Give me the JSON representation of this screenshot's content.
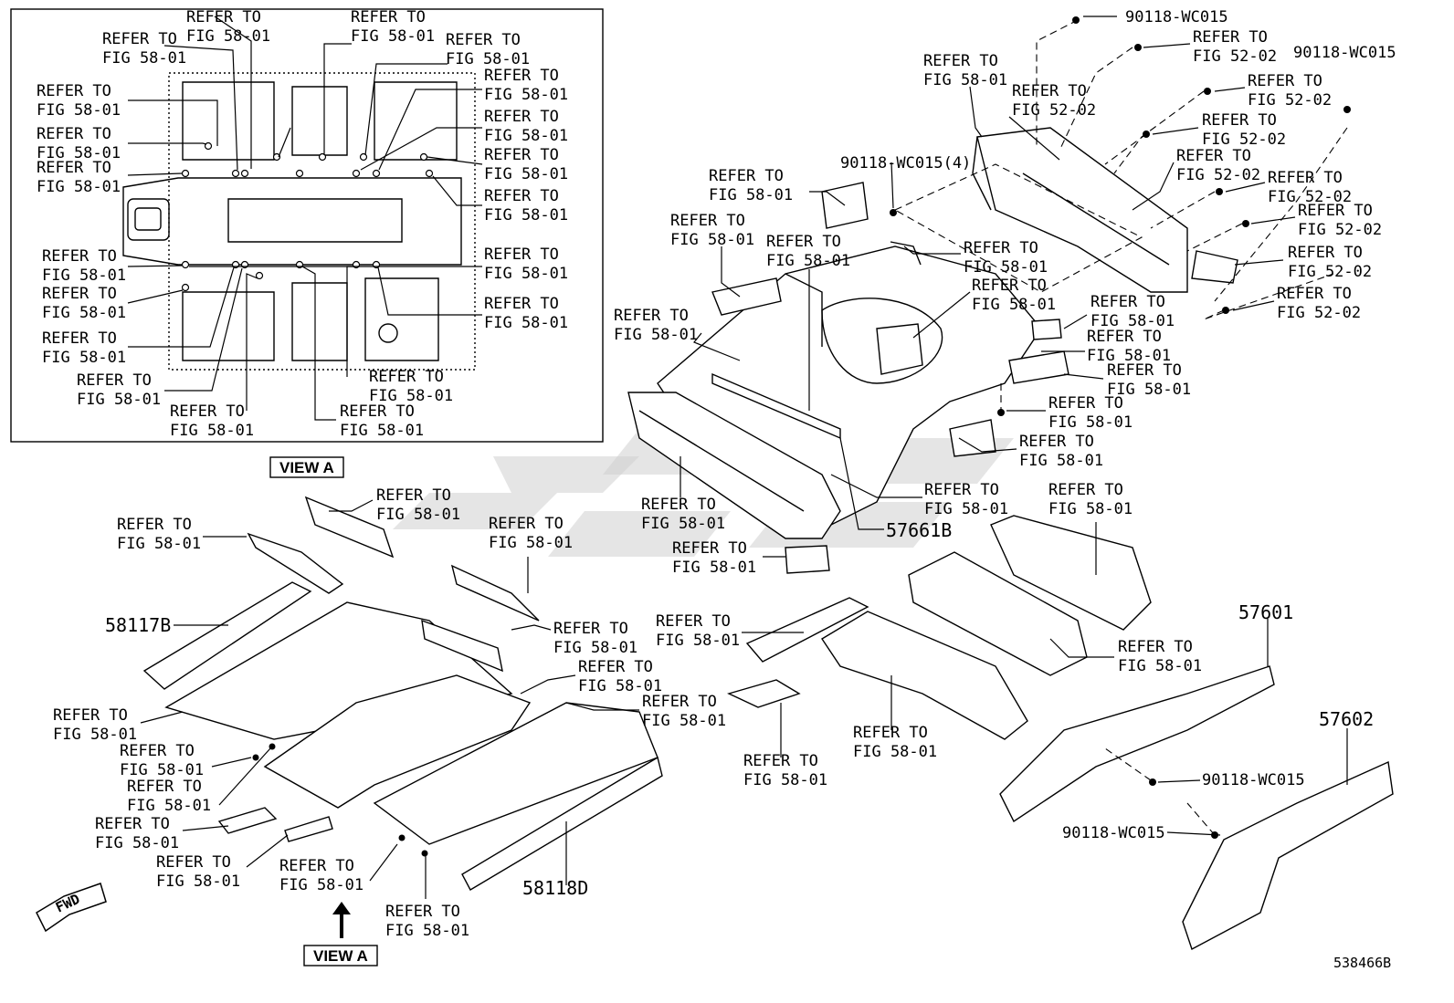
{
  "view_label": "VIEW A",
  "fwd_label": "FWD",
  "figure_number": "538466B",
  "parts": {
    "p58117B": "58117B",
    "p58118D": "58118D",
    "p57661B": "57661B",
    "p57601": "57601",
    "p57602": "57602",
    "bolt": "90118-WC015",
    "bolt4": "90118-WC015(4)"
  },
  "refer_to": "REFER TO",
  "figs": {
    "f5801": "FIG 58-01",
    "f5202": "FIG 52-02"
  }
}
